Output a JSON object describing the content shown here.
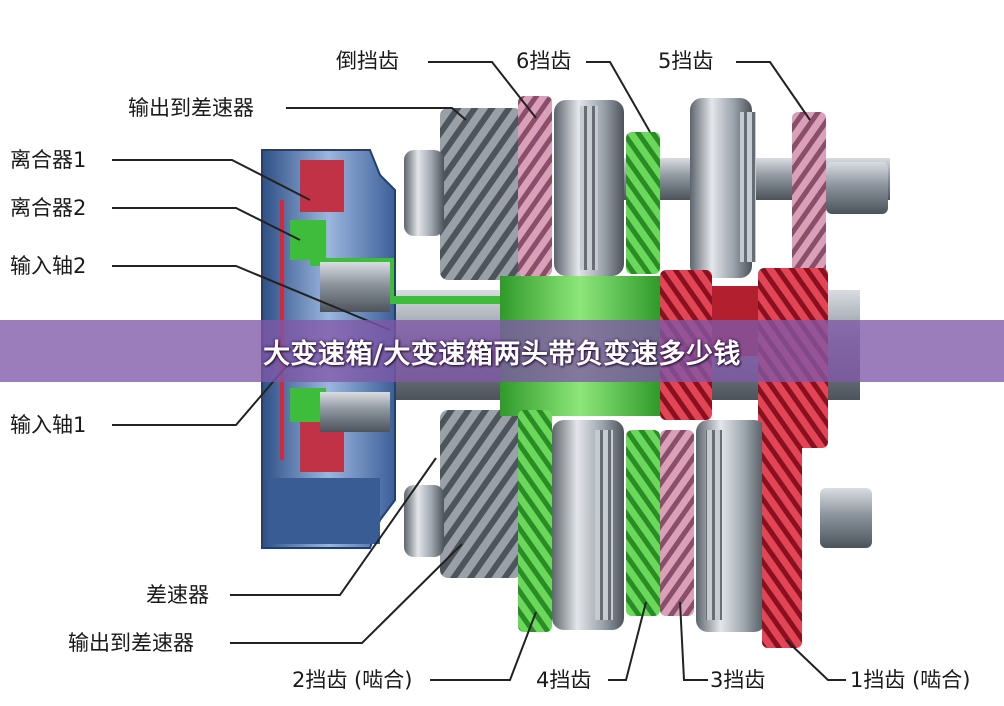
{
  "labels": {
    "reverse_gear": "倒挡齿",
    "gear6": "6挡齿",
    "gear5": "5挡齿",
    "output_diff_top": "输出到差速器",
    "clutch1": "离合器1",
    "clutch2": "离合器2",
    "input_shaft2": "输入轴2",
    "input_shaft1": "输入轴1",
    "differential": "差速器",
    "output_diff_bottom": "输出到差速器",
    "gear2": "2挡齿 (啮合)",
    "gear4": "4挡齿",
    "gear3": "3挡齿",
    "gear1": "1挡齿 (啮合)"
  },
  "banner": {
    "title": "大变速箱/大变速箱两头带负变速多少钱"
  },
  "colors": {
    "pink_gear": "#c98aa6",
    "green_gear": "#5fcf4a",
    "red_gear": "#d42c3c",
    "steel": "#9aa3ad",
    "housing_blue": "#5a7fb8",
    "banner": "#8058a8"
  }
}
